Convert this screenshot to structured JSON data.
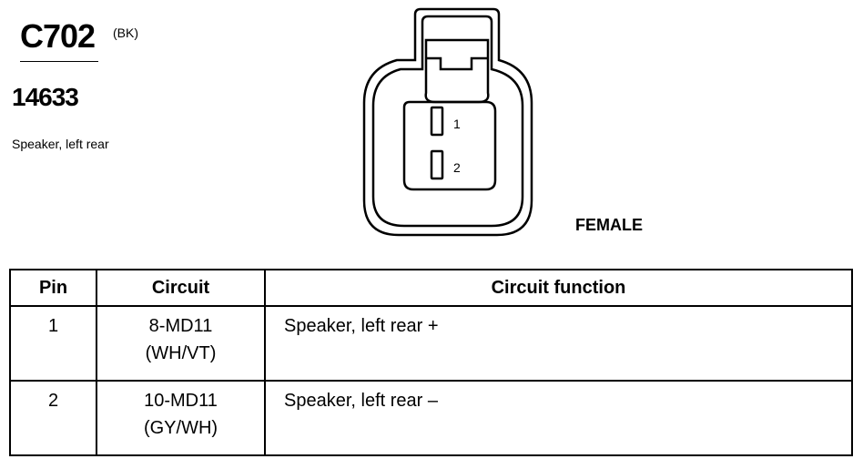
{
  "connector": {
    "code": "C702",
    "color": "(BK)",
    "part_number": "14633",
    "description": "Speaker, left rear",
    "gender": "FEMALE",
    "pin_labels": [
      "1",
      "2"
    ]
  },
  "table": {
    "headers": {
      "pin": "Pin",
      "circuit": "Circuit",
      "function": "Circuit function"
    },
    "rows": [
      {
        "pin": "1",
        "circuit": "8-MD11",
        "wire": "(WH/VT)",
        "function": "Speaker, left rear +"
      },
      {
        "pin": "2",
        "circuit": "10-MD11",
        "wire": "(GY/WH)",
        "function": "Speaker, left rear –"
      }
    ]
  }
}
